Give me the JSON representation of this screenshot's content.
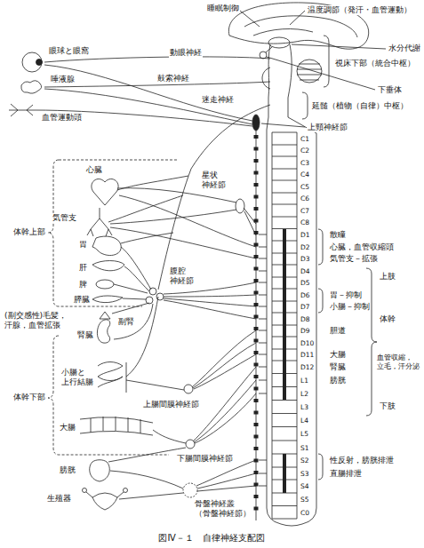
{
  "diagram": {
    "caption": "図Ⅳ－１　自律神経支配図",
    "labels": [
      "睡眠制御",
      "温度調節（発汗・血管運動）",
      "水分代謝",
      "視床下部（統合中枢）",
      "下垂体",
      "延髄（植物（自律）中枢）",
      "眼球と眼窩",
      "動眼神経",
      "唾液腺",
      "鼓索神経",
      "血管運動頭",
      "迷走神経",
      "上頸神経節",
      "心臓",
      "体幹上部",
      "星状 神経節",
      "気管支",
      "胃",
      "肝",
      "脾",
      "腹腔 神経節",
      "膵臓",
      "副腎",
      "(副交感性)毛髪， 汗腺，血管拡張",
      "腎臓",
      "小腸と 上行結腸",
      "上腸間膜神経節",
      "体幹下部",
      "大腸",
      "下腸間膜神経節",
      "膀胱",
      "生殖器",
      "骨盤神経叢 （骨盤神経節）",
      "C1",
      "C2",
      "C3",
      "C4",
      "C5",
      "C6",
      "C7",
      "C8",
      "D1",
      "D2",
      "D3",
      "D4",
      "D5",
      "D6",
      "D7",
      "D8",
      "D9",
      "D10",
      "D11",
      "D12",
      "L1",
      "L2",
      "L3",
      "L4",
      "L5",
      "S1",
      "S2",
      "S3",
      "S4",
      "S5",
      "C0",
      "散瞳",
      "心臓，血管収縮頭",
      "気管支－拡張",
      "胃－抑制",
      "小腸－抑制",
      "胆道",
      "大腸",
      "腎臓",
      "膀胱",
      "性反射，膀胱排泄",
      "直腸排泄",
      "上肢",
      "体幹",
      "血管収縮， 立毛，汗分泌",
      "下肢"
    ]
  }
}
